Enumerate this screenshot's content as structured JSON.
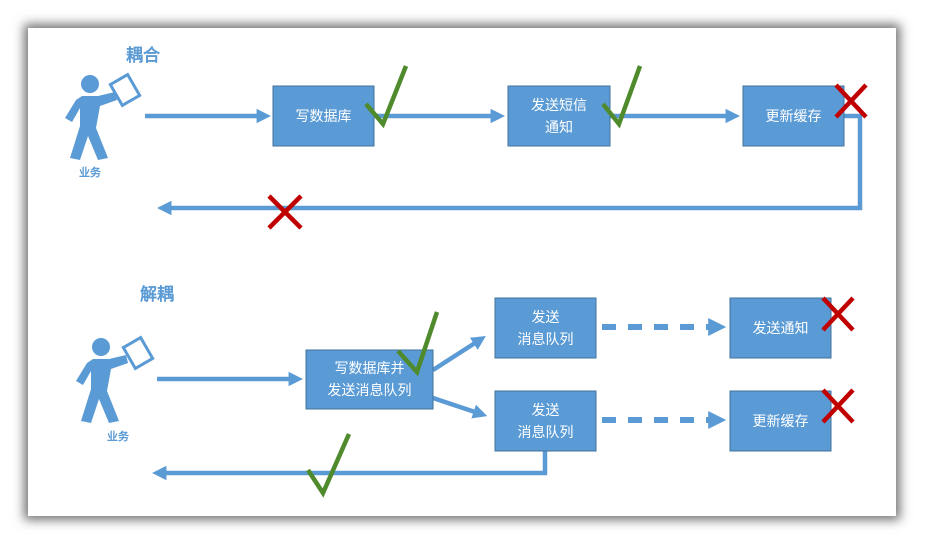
{
  "colors": {
    "box_fill": "#5b9bd5",
    "box_stroke": "#41719c",
    "arrow": "#5b9bd5",
    "check": "#4f8a2c",
    "cross": "#c00000",
    "title": "#5b9bd5"
  },
  "coupled": {
    "title": "耦合",
    "actor_label": "业务",
    "boxes": [
      {
        "lines": [
          "写数据库"
        ],
        "status": "success"
      },
      {
        "lines": [
          "发送短信",
          "通知"
        ],
        "status": "success"
      },
      {
        "lines": [
          "更新缓存"
        ],
        "status": "failure"
      }
    ],
    "return_status": "failure"
  },
  "decoupled": {
    "title": "解耦",
    "actor_label": "业务",
    "main_box": {
      "lines": [
        "写数据库并",
        "发送消息队列"
      ],
      "status": "success"
    },
    "queue_boxes": [
      {
        "lines": [
          "发送",
          "消息队列"
        ]
      },
      {
        "lines": [
          "发送",
          "消息队列"
        ]
      }
    ],
    "consumer_boxes": [
      {
        "lines": [
          "发送通知"
        ],
        "status": "failure"
      },
      {
        "lines": [
          "更新缓存"
        ],
        "status": "failure"
      }
    ],
    "return_status": "success"
  }
}
